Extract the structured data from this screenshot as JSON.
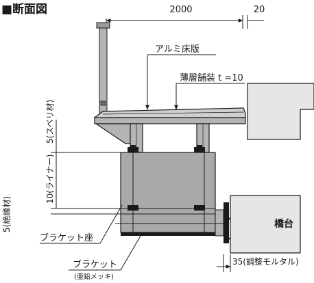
{
  "title": "■断面図",
  "dimensions": {
    "width_main": "2000",
    "width_gap": "20",
    "slide_material": "5(スベリ材)",
    "liner": "10(ライナー)",
    "insulation": "5(絶縁材)",
    "mortar": "35(調整モルタル)"
  },
  "labels": {
    "aluminum_floor": "アルミ床版",
    "thin_pavement": "薄層舗装 t =10",
    "abutment": "橋台",
    "bracket_seat": "ブラケット座",
    "bracket": "ブラケット",
    "bracket_note": "(亜鉛メッキ)"
  },
  "colors": {
    "steel": "#b4b4b4",
    "steel_dark": "#8c8c8c",
    "plate": "#a9a9a9",
    "concrete": "#e6e6e6",
    "line": "#1a1a1a"
  }
}
